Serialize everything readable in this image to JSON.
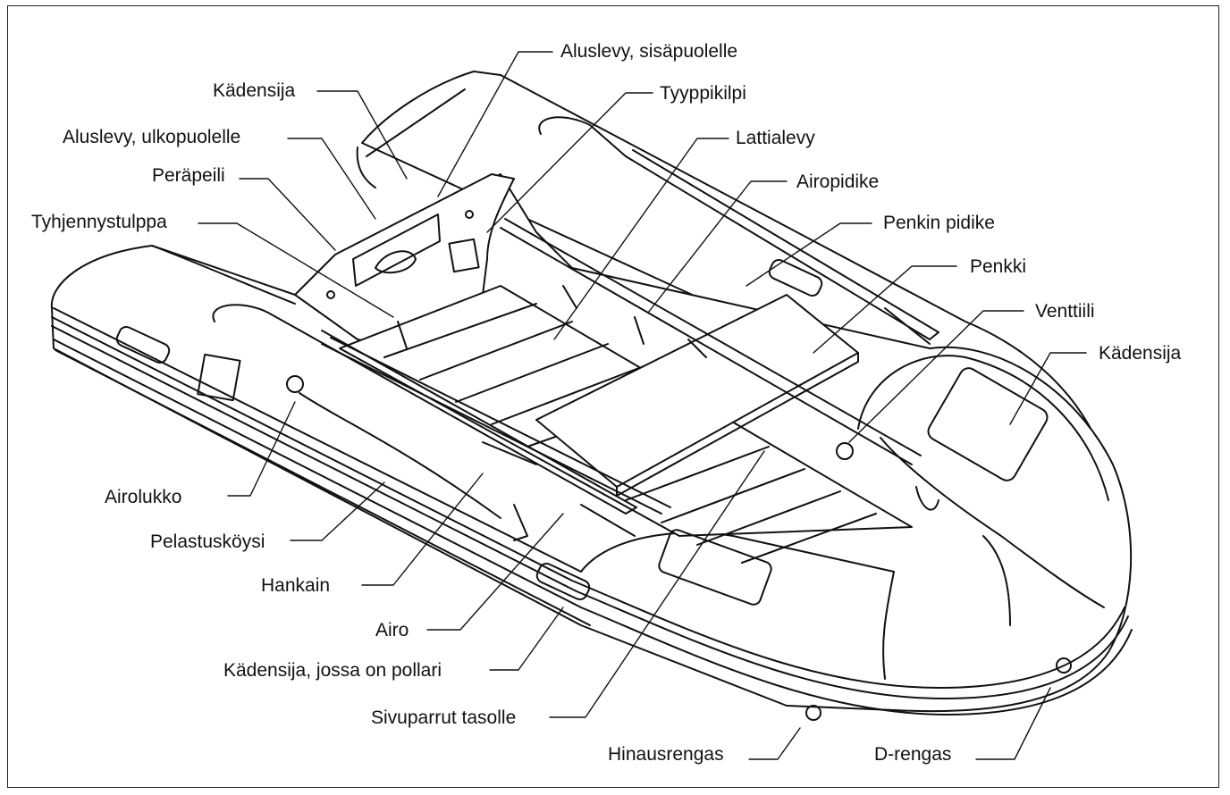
{
  "labels": {
    "aluslevy_sisa": "Aluslevy, sisäpuolelle",
    "kadensija_1": "Kädensija",
    "tyyppikilpi": "Tyyppikilpi",
    "aluslevy_ulko": "Aluslevy, ulkopuolelle",
    "lattialevy": "Lattialevy",
    "perapeili": "Peräpeili",
    "airopidike": "Airopidike",
    "tyhjennystulppa": "Tyhjennystulppa",
    "penkin_pidike": "Penkin pidike",
    "penkki": "Penkki",
    "venttiili": "Venttiili",
    "kadensija_2": "Kädensija",
    "airolukko": "Airolukko",
    "pelastuskoysi": "Pelastusköysi",
    "hankain": "Hankain",
    "airo": "Airo",
    "kadensija_pollari": "Kädensija, jossa on pollari",
    "sivuparrut": "Sivuparrut tasolle",
    "hinausrengas": "Hinausrengas",
    "d_rengas": "D-rengas"
  }
}
